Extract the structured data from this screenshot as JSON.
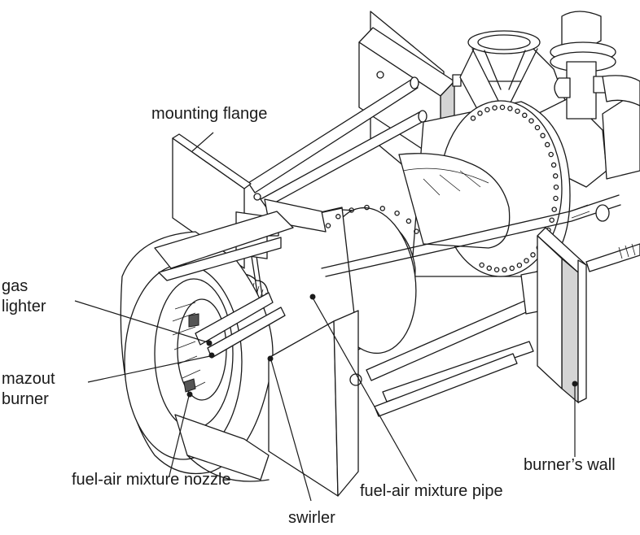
{
  "labels": {
    "mounting_flange": "mounting flange",
    "gas_lighter_1": "gas",
    "gas_lighter_2": "lighter",
    "mazout_burner_1": "mazout",
    "mazout_burner_2": "burner",
    "fuel_air_mixture_nozzle": "fuel-air mixture nozzle",
    "fuel_air_mixture_pipe": "fuel-air mixture pipe",
    "swirler": "swirler",
    "burners_wall": "burner’s wall"
  },
  "colors": {
    "line": "#1a1a1a",
    "wall_fill": "#d4d4d4",
    "background": "#ffffff"
  }
}
